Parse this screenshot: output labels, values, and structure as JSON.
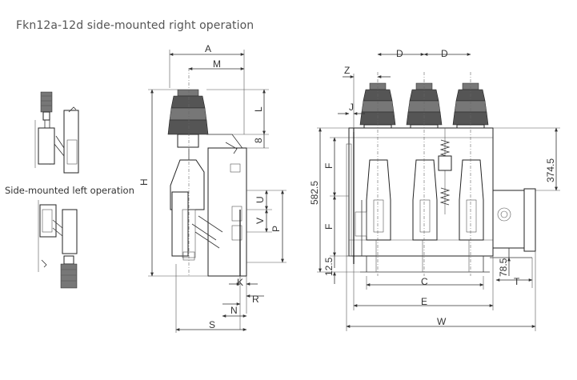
{
  "title": "Fkn12a-12d side-mounted right operation",
  "subtitle": "Side-mounted left operation",
  "labels": {
    "A": "A",
    "M": "M",
    "L": "L",
    "eight": "8",
    "H": "H",
    "U": "U",
    "V": "V",
    "P": "P",
    "K": "K",
    "N": "N",
    "R": "R",
    "S": "S",
    "Z": "Z",
    "D1": "D",
    "D2": "D",
    "J": "J",
    "F1": "F",
    "F2": "F",
    "d5825": "582.5",
    "d125": "12.5",
    "d3745": "374.5",
    "d785": "78.5",
    "T": "T",
    "C": "C",
    "E": "E",
    "W": "W"
  },
  "colors": {
    "line": "#333333",
    "insulator": "#555555",
    "background": "#ffffff"
  }
}
